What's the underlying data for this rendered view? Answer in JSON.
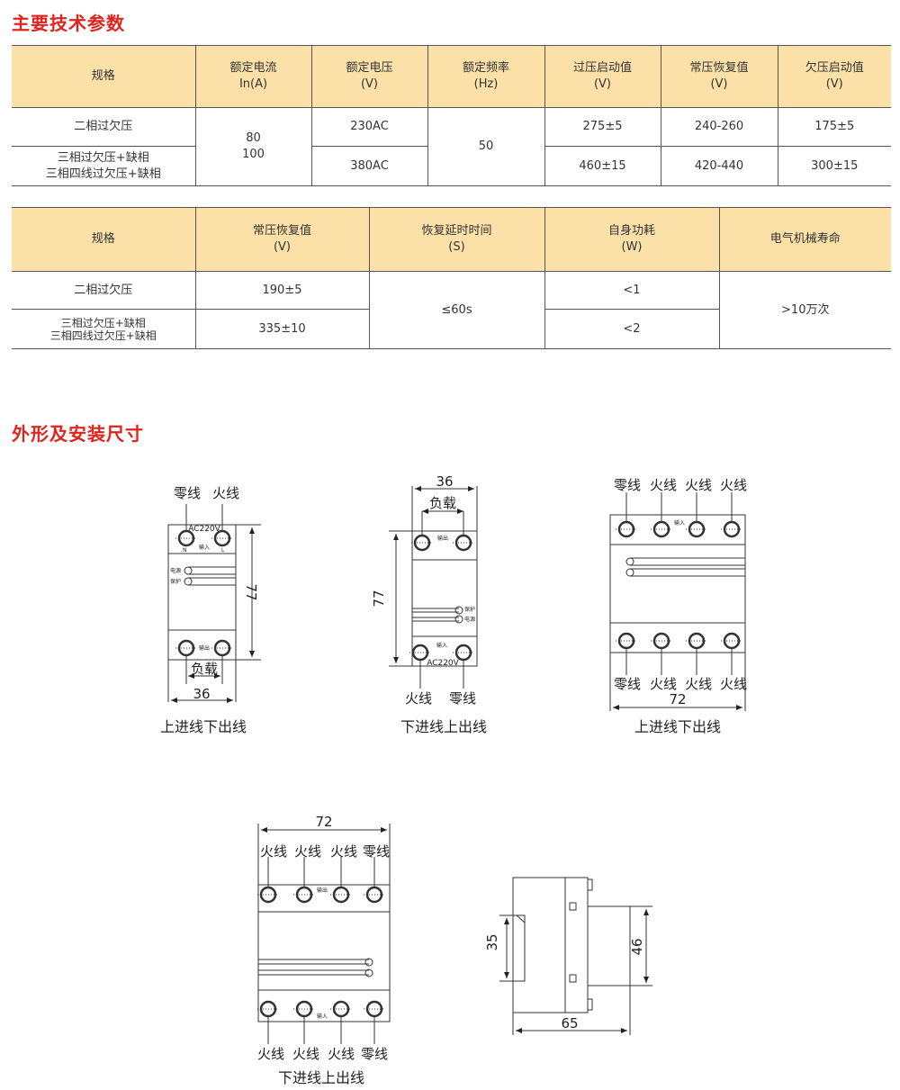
{
  "section1_title": "主要技术参数",
  "table1": {
    "headers": [
      [
        "规格",
        ""
      ],
      [
        "额定电流",
        "In(A)"
      ],
      [
        "额定电压",
        "(V)"
      ],
      [
        "额定频率",
        "(Hz)"
      ],
      [
        "过压启动值",
        "(V)"
      ],
      [
        "常压恢复值",
        "(V)"
      ],
      [
        "欠压启动值",
        "(V)"
      ]
    ],
    "rows": [
      {
        "spec": [
          "二相过欠压"
        ],
        "voltage": "230AC",
        "over": "275±5",
        "recover": "240-260",
        "under": "175±5"
      },
      {
        "spec": [
          "三相过欠压+缺相",
          "三相四线过欠压+缺相"
        ],
        "voltage": "380AC",
        "over": "460±15",
        "recover": "420-440",
        "under": "300±15"
      }
    ],
    "current": [
      "80",
      "100"
    ],
    "frequency": "50"
  },
  "table2": {
    "headers": [
      [
        "规格",
        ""
      ],
      [
        "常压恢复值",
        "(V)"
      ],
      [
        "恢复延时时间",
        "(S)"
      ],
      [
        "自身功耗",
        "(W)"
      ],
      [
        "电气机械寿命",
        ""
      ]
    ],
    "rows": [
      {
        "spec": [
          "二相过欠压"
        ],
        "recover": "190±5",
        "power": "<1"
      },
      {
        "spec": [
          "三相过欠压+缺相",
          "三相四线过欠压+缺相"
        ],
        "recover": "335±10",
        "power": "<2"
      }
    ],
    "delay": "≤60s",
    "life": ">10万次"
  },
  "section2_title": "外形及安装尺寸",
  "diagrams": {
    "d1": {
      "top": [
        "零线",
        "火线"
      ],
      "ac": "AC220V",
      "in": "输入",
      "out": "输出",
      "load": "负载",
      "width": "36",
      "height": "77",
      "n": "N",
      "l": "L",
      "power": "电源",
      "protect": "保护",
      "caption": "上进线下出线"
    },
    "d2": {
      "bottom": [
        "火线",
        "零线"
      ],
      "ac": "AC220V",
      "in": "输入",
      "out": "输出",
      "load": "负载",
      "width": "36",
      "height": "77",
      "power": "电源",
      "protect": "保护",
      "caption": "下进线上出线"
    },
    "d3": {
      "top": [
        "零线",
        "火线",
        "火线",
        "火线"
      ],
      "bottom": [
        "零线",
        "火线",
        "火线",
        "火线"
      ],
      "in": "输入",
      "width": "72",
      "caption": "上进线下出线"
    },
    "d4": {
      "top": [
        "火线",
        "火线",
        "火线",
        "零线"
      ],
      "bottom": [
        "火线",
        "火线",
        "火线",
        "零线"
      ],
      "in": "输入",
      "out": "输出",
      "width": "72",
      "caption": "下进线上出线"
    },
    "d5": {
      "left": "35",
      "right": "46",
      "bottom": "65"
    }
  }
}
